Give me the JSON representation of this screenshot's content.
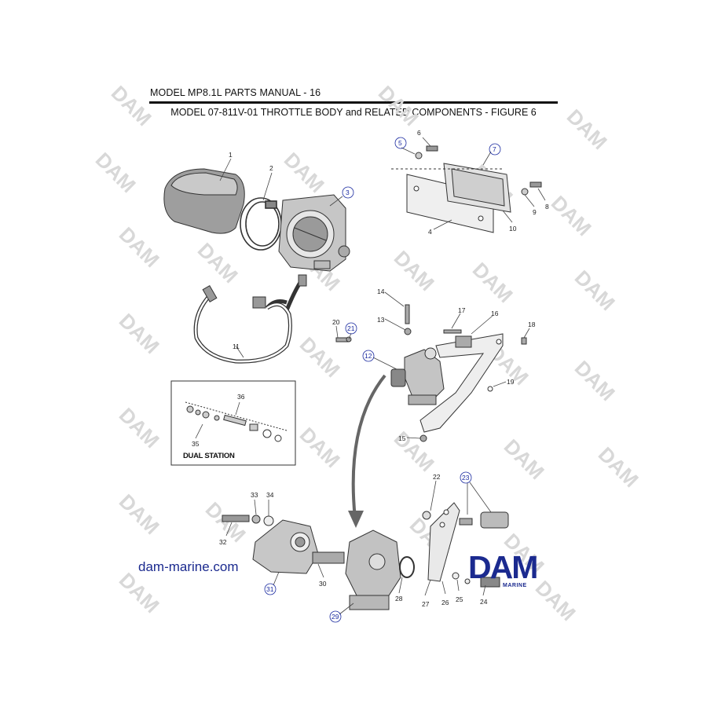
{
  "header": {
    "manual_title": "MODEL MP8.1L PARTS MANUAL - 16",
    "figure_title": "MODEL 07-811V-01 THROTTLE BODY and RELATED COMPONENTS - FIGURE 6"
  },
  "watermark_text": "DAM",
  "website": "dam-marine.com",
  "brand": {
    "name": "DAM",
    "sub": "MARINE",
    "color": "#1b2a8f"
  },
  "inset_caption": "DUAL STATION",
  "callouts": {
    "n1": "1",
    "n2": "2",
    "n3": "3",
    "n4": "4",
    "n5": "5",
    "n6": "6",
    "n7": "7",
    "n8": "8",
    "n9": "9",
    "n10": "10",
    "n11": "11",
    "n12": "12",
    "n13": "13",
    "n14": "14",
    "n15": "15",
    "n16": "16",
    "n17": "17",
    "n18": "18",
    "n19": "19",
    "n20": "20",
    "n21": "21",
    "n22": "22",
    "n23": "23",
    "n24": "24",
    "n25": "25",
    "n26": "26",
    "n27": "27",
    "n28": "28",
    "n29": "29",
    "n30": "30",
    "n31": "31",
    "n32": "32",
    "n33": "33",
    "n34": "34",
    "n35": "35",
    "n36": "36"
  },
  "circled_callouts": [
    "3",
    "5",
    "7",
    "12",
    "21",
    "23",
    "29",
    "31"
  ],
  "colors": {
    "circle_callout": "#1a2aa0",
    "line_art": "#333333",
    "watermark": "#d8d8d8"
  }
}
